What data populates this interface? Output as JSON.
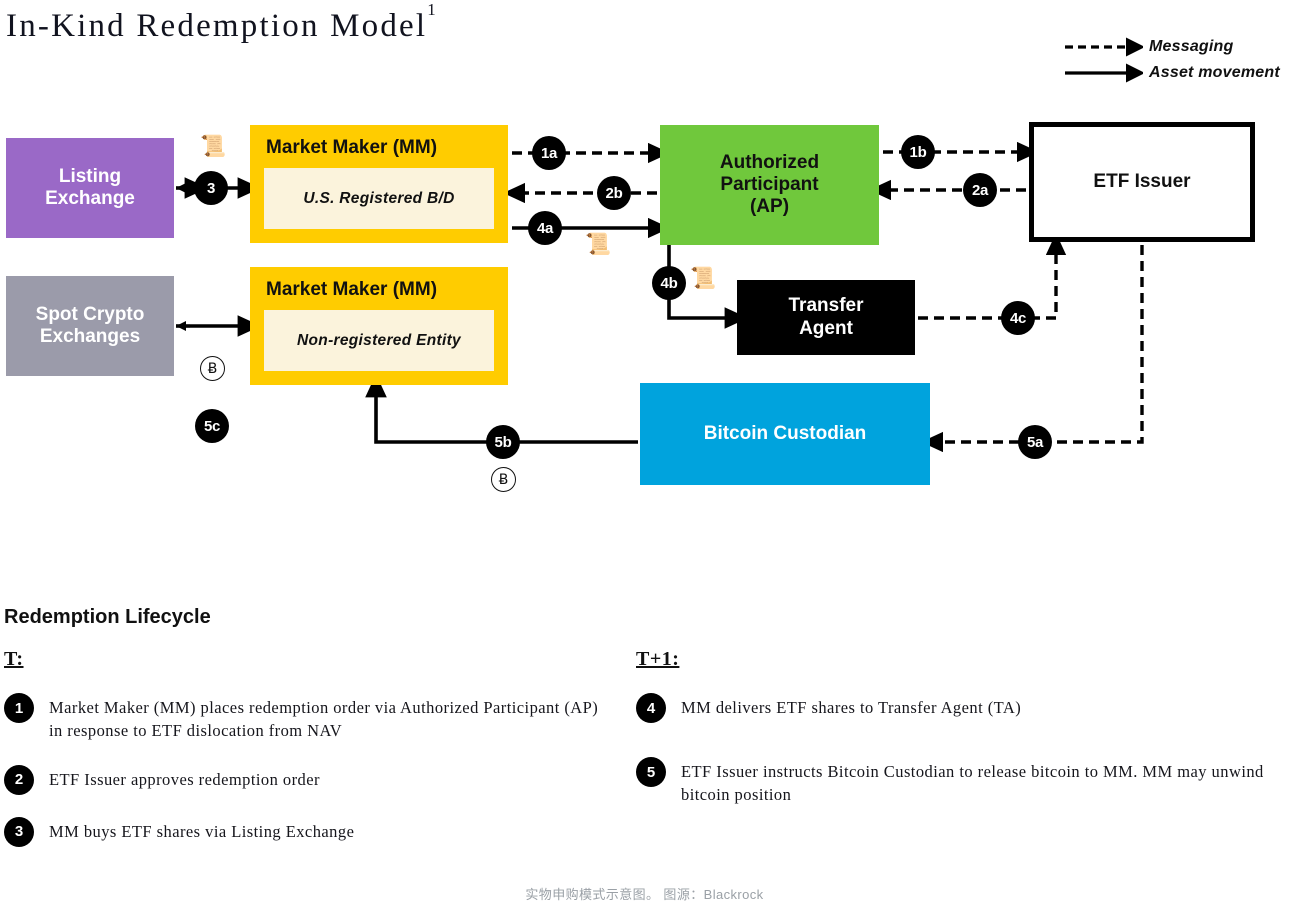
{
  "title": {
    "text": "In-Kind Redemption Model",
    "footnote": "1"
  },
  "legend": {
    "items": [
      {
        "style": "dashed",
        "label": "Messaging",
        "icon": "dashed-arrow-icon"
      },
      {
        "style": "solid",
        "label": "Asset movement",
        "icon": "solid-arrow-icon"
      }
    ]
  },
  "nodes": {
    "listing_exchange": {
      "label": "Listing\nExchange",
      "color": "#9A69C7"
    },
    "spot_crypto_exchanges": {
      "label": "Spot Crypto\nExchanges",
      "color": "#9B9BAA"
    },
    "market_maker_1": {
      "label": "Market Maker (MM)",
      "sub": "U.S. Registered B/D",
      "color": "#FFCC00",
      "sub_color": "#FBF3DC"
    },
    "market_maker_2": {
      "label": "Market Maker (MM)",
      "sub": "Non-registered Entity",
      "color": "#FFCC00",
      "sub_color": "#FBF3DC"
    },
    "authorized_participant": {
      "label": "Authorized\nParticipant\n(AP)",
      "color": "#70C83C"
    },
    "transfer_agent": {
      "label": "Transfer\nAgent",
      "color": "#000000"
    },
    "etf_issuer": {
      "label": "ETF Issuer",
      "color": "#FFFFFF"
    },
    "bitcoin_custodian": {
      "label": "Bitcoin Custodian",
      "color": "#00A3DD"
    }
  },
  "flow_steps": [
    {
      "id": "1a",
      "label": "1a",
      "kind": "messaging"
    },
    {
      "id": "1b",
      "label": "1b",
      "kind": "messaging"
    },
    {
      "id": "2a",
      "label": "2a",
      "kind": "messaging"
    },
    {
      "id": "2b",
      "label": "2b",
      "kind": "messaging"
    },
    {
      "id": "3",
      "label": "3",
      "kind": "asset"
    },
    {
      "id": "4a",
      "label": "4a",
      "kind": "asset"
    },
    {
      "id": "4b",
      "label": "4b",
      "kind": "asset"
    },
    {
      "id": "4c",
      "label": "4c",
      "kind": "messaging"
    },
    {
      "id": "5a",
      "label": "5a",
      "kind": "messaging"
    },
    {
      "id": "5b",
      "label": "5b",
      "kind": "asset"
    },
    {
      "id": "5c",
      "label": "5c",
      "kind": "asset"
    }
  ],
  "icons": {
    "scroll": "📜",
    "bitcoin": "Ƀ"
  },
  "lifecycle": {
    "heading": "Redemption Lifecycle",
    "columns": [
      {
        "head": "T:",
        "items": [
          {
            "num": "1",
            "text": "Market Maker (MM) places redemption order via Authorized Participant (AP) in response to ETF dislocation from NAV"
          },
          {
            "num": "2",
            "text": "ETF Issuer approves redemption order"
          },
          {
            "num": "3",
            "text": "MM buys ETF shares via Listing Exchange"
          }
        ]
      },
      {
        "head": "T+1:",
        "items": [
          {
            "num": "4",
            "text": "MM delivers ETF shares to Transfer Agent (TA)"
          },
          {
            "num": "5",
            "text": "ETF Issuer instructs Bitcoin Custodian to release bitcoin to MM. MM may unwind bitcoin position"
          }
        ]
      }
    ]
  },
  "caption": "实物申购模式示意图。 图源：Blackrock"
}
